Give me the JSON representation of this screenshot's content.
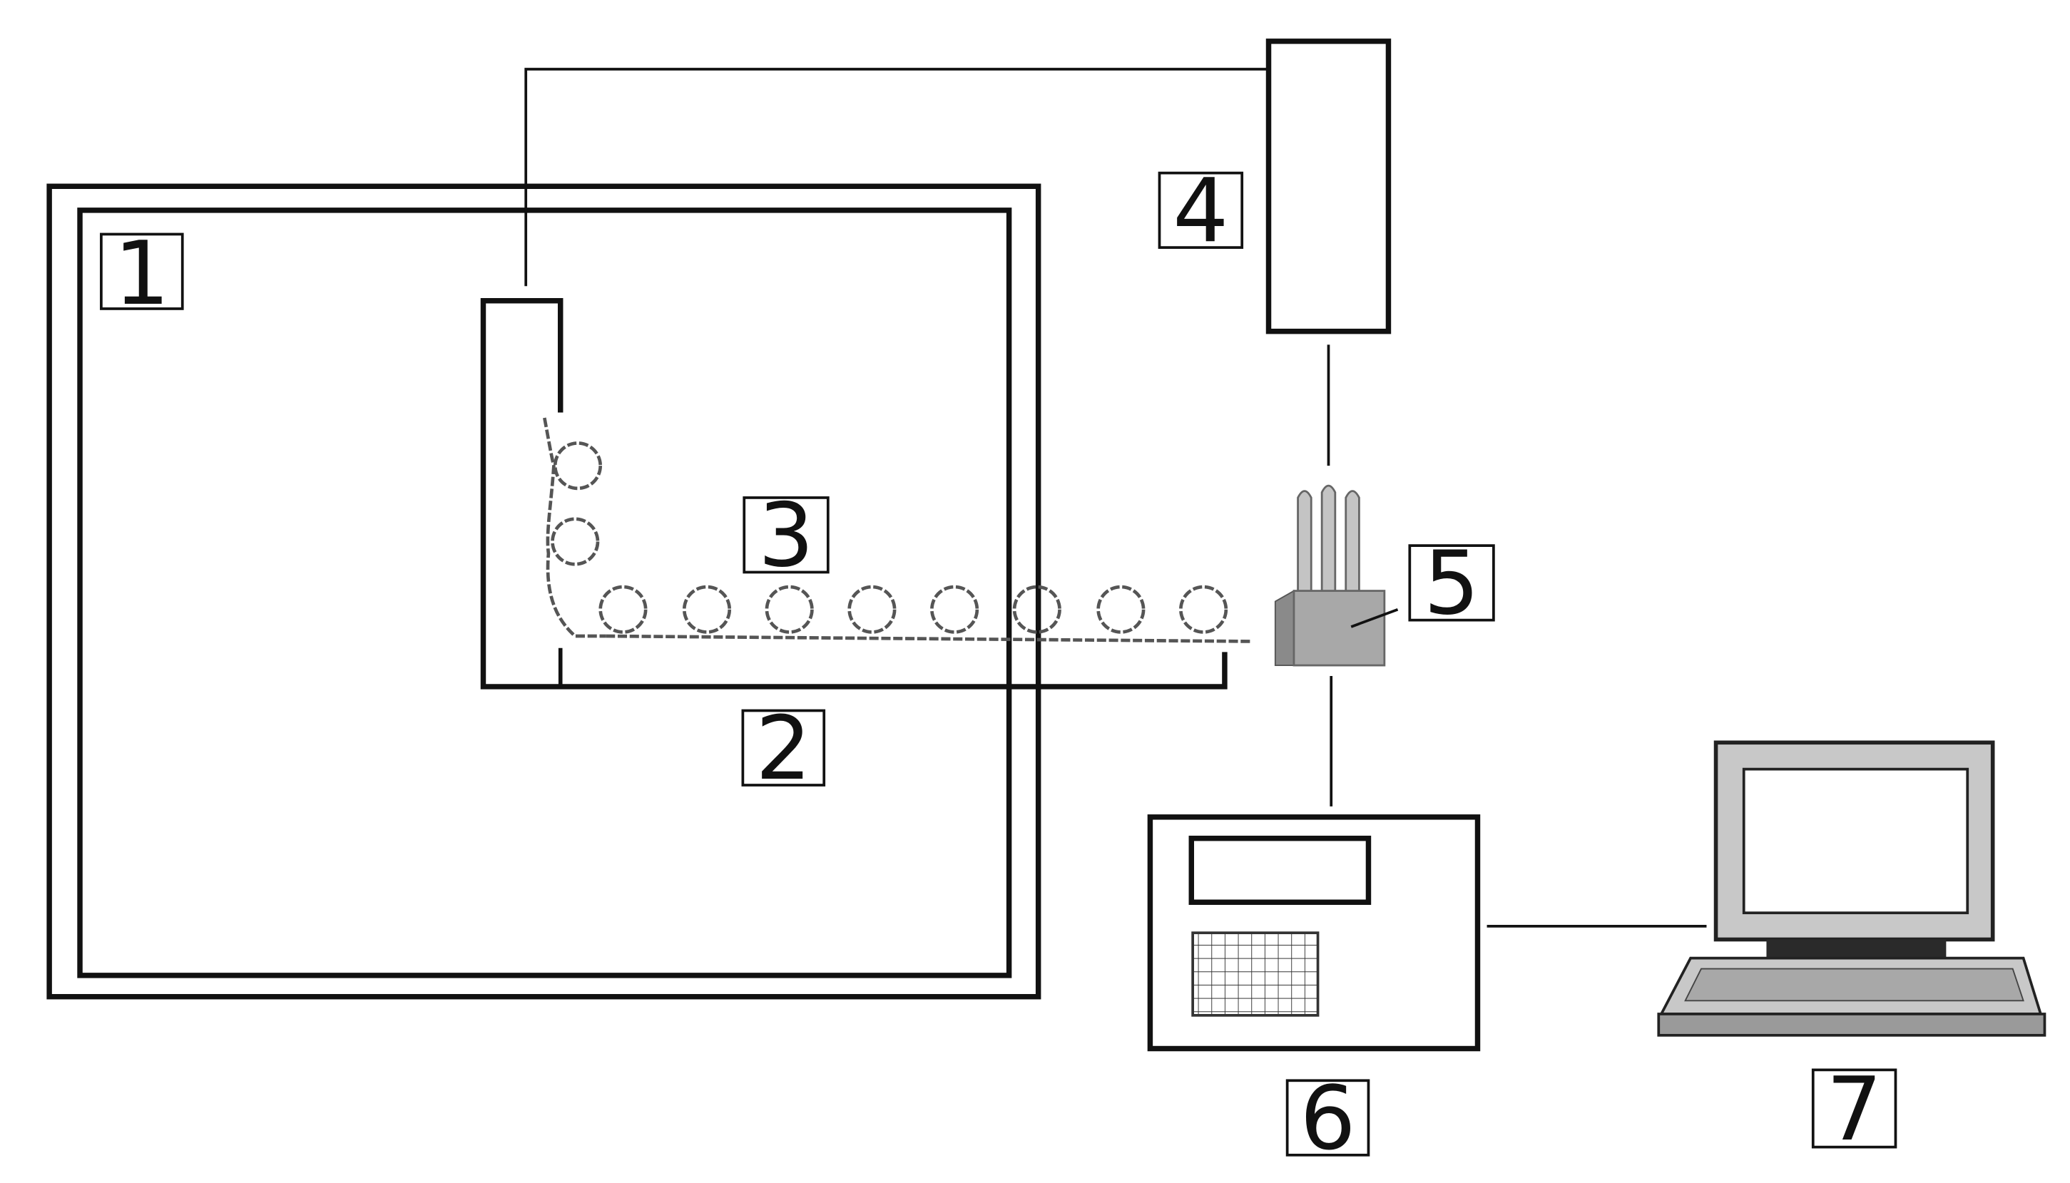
{
  "labels": {
    "one": "1",
    "two": "2",
    "three": "3",
    "four": "4",
    "five": "5",
    "six": "6",
    "seven": "7"
  },
  "colors": {
    "line": "#111111",
    "background": "#ffffff",
    "fiber": "#555555",
    "coupler_body": "#a8a8a8",
    "monitor_bezel": "#c8c8c8"
  }
}
